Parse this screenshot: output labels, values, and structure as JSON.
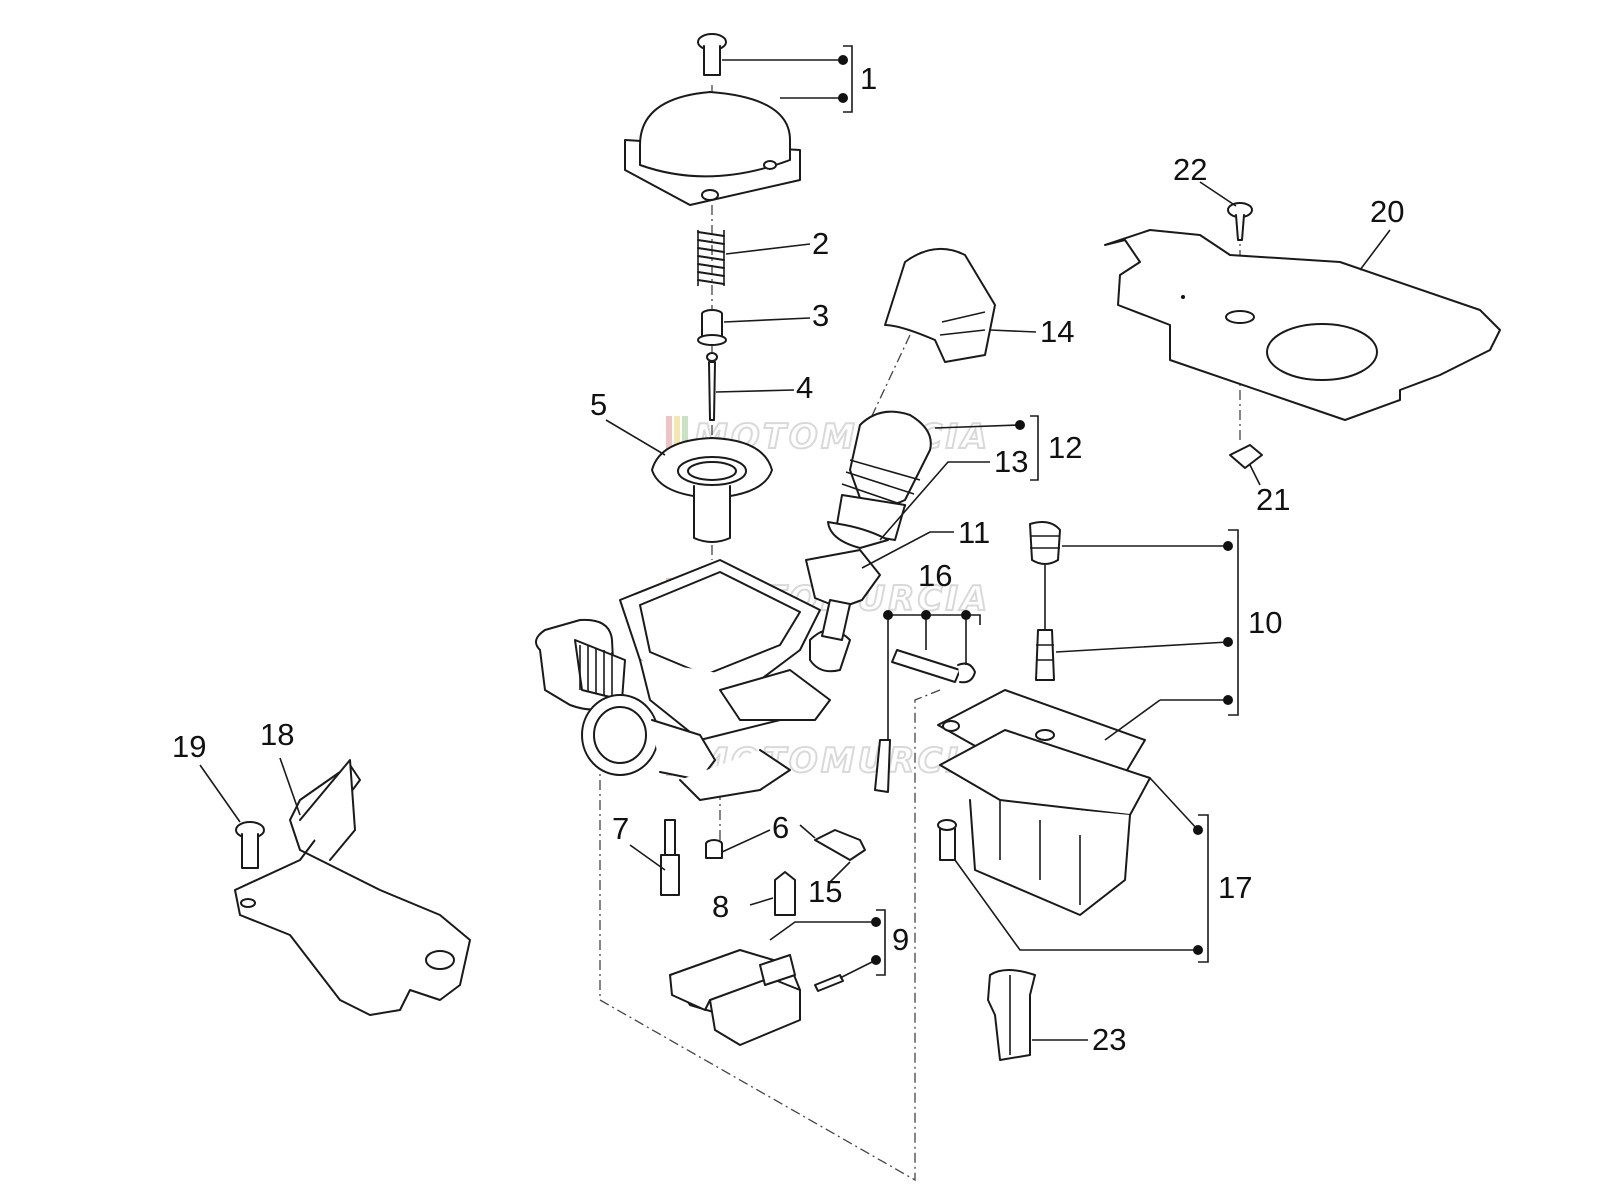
{
  "diagram": {
    "watermark": "MOTOMURCIA",
    "callouts": [
      {
        "n": "1"
      },
      {
        "n": "2"
      },
      {
        "n": "3"
      },
      {
        "n": "4"
      },
      {
        "n": "5"
      },
      {
        "n": "6"
      },
      {
        "n": "7"
      },
      {
        "n": "8"
      },
      {
        "n": "9"
      },
      {
        "n": "10"
      },
      {
        "n": "11"
      },
      {
        "n": "12"
      },
      {
        "n": "13"
      },
      {
        "n": "14"
      },
      {
        "n": "15"
      },
      {
        "n": "16"
      },
      {
        "n": "17"
      },
      {
        "n": "18"
      },
      {
        "n": "19"
      },
      {
        "n": "20"
      },
      {
        "n": "21"
      },
      {
        "n": "22"
      },
      {
        "n": "23"
      }
    ]
  }
}
